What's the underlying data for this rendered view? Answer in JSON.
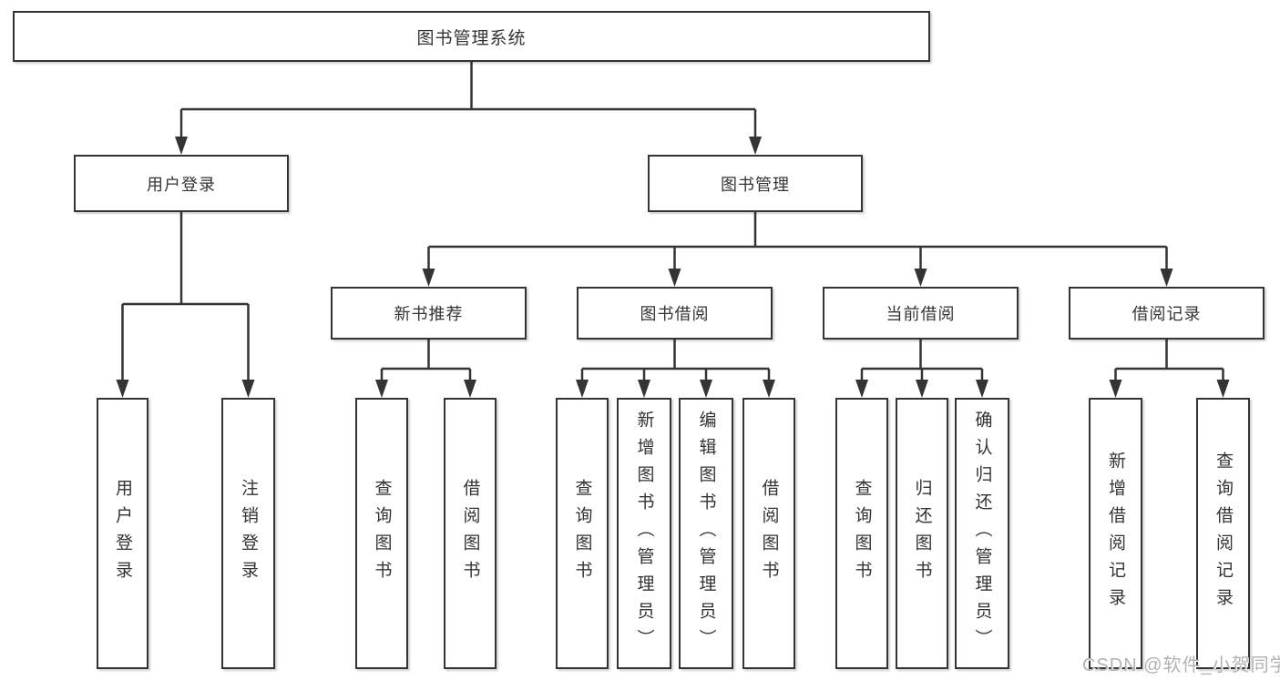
{
  "nodes": {
    "root": "图书管理系统",
    "user_login": "用户登录",
    "book_mgmt": "图书管理",
    "new_book_rec": "新书推荐",
    "book_borrow": "图书借阅",
    "current_borrow": "当前借阅",
    "borrow_records": "借阅记录",
    "ul_user_login": "用户登录",
    "ul_logout": "注销登录",
    "nbr_query_book": "查询图书",
    "nbr_borrow_book": "借阅图书",
    "bb_query_book": "查询图书",
    "bb_add_book": "新增图书（管理员）",
    "bb_edit_book": "编辑图书（管理员）",
    "bb_borrow_book": "借阅图书",
    "cb_query_book": "查询图书",
    "cb_return_book": "归还图书",
    "cb_confirm_return": "确认归还（管理员）",
    "br_add_record": "新增借阅记录",
    "br_query_record": "查询借阅记录"
  },
  "watermark": "CSDN @软件_小贺同学",
  "colors": {
    "line": "#343434",
    "box_border": "#343434",
    "text": "#333333",
    "watermark": "#b2b2b2",
    "background": "#ffffff"
  }
}
